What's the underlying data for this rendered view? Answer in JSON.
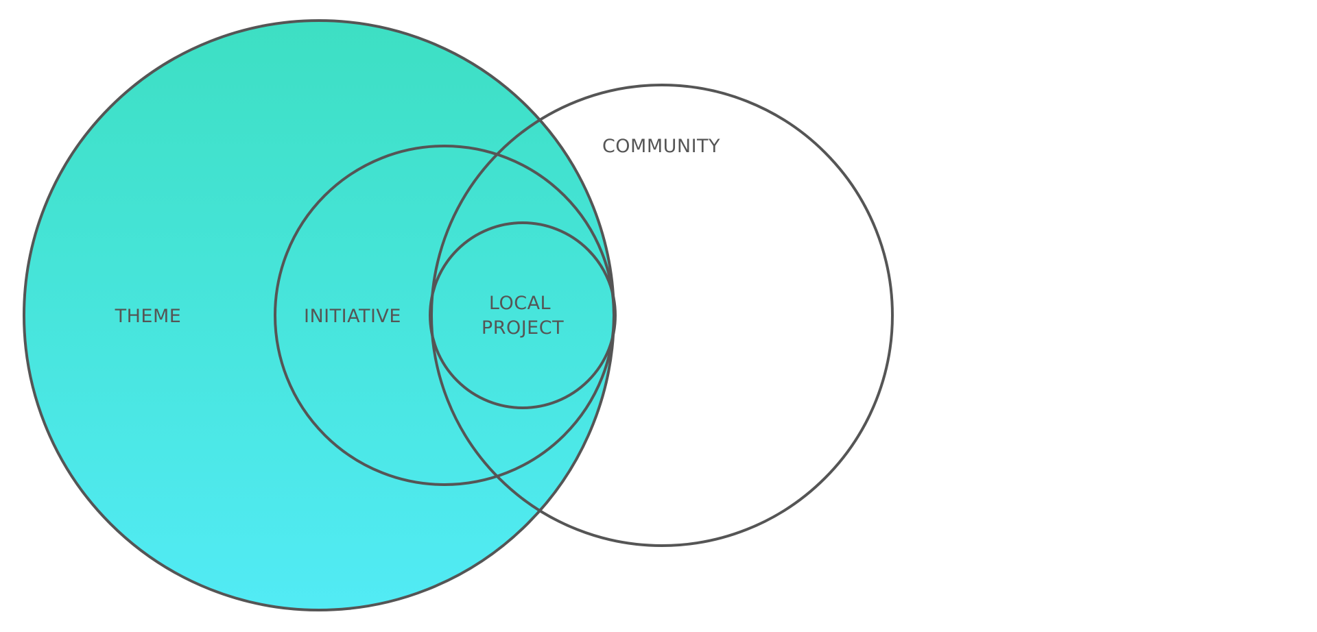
{
  "diagram": {
    "type": "nested-venn",
    "colors": {
      "fill_top": "#3ddfc3",
      "fill_bottom": "#52ebf5",
      "stroke": "#555555",
      "text": "#555555",
      "background": "#ffffff"
    },
    "labels": {
      "theme": "THEME",
      "initiative": "INITIATIVE",
      "local_project_line1": "LOCAL",
      "local_project_line2": "PROJECT",
      "community": "COMMUNITY"
    }
  }
}
